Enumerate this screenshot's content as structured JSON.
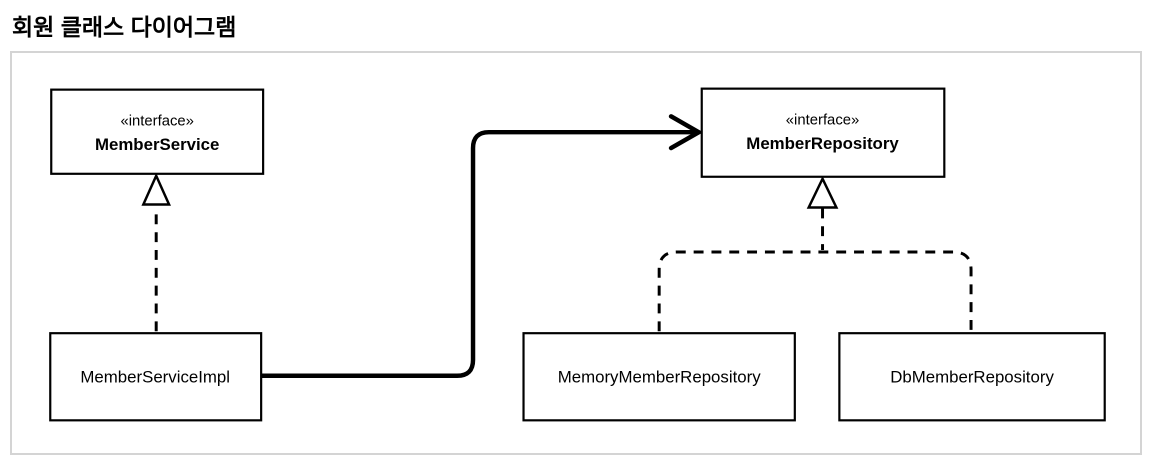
{
  "title": "회원 클래스 다이어그램",
  "diagram": {
    "nodes": {
      "member_service": {
        "stereotype": "«interface»",
        "name": "MemberService"
      },
      "member_repository": {
        "stereotype": "«interface»",
        "name": "MemberRepository"
      },
      "member_service_impl": {
        "name": "MemberServiceImpl"
      },
      "memory_member_repository": {
        "name": "MemoryMemberRepository"
      },
      "db_member_repository": {
        "name": "DbMemberRepository"
      }
    },
    "edges": [
      {
        "from": "MemberServiceImpl",
        "to": "MemberService",
        "type": "realization",
        "style": "dashed-hollow-triangle"
      },
      {
        "from": "MemberServiceImpl",
        "to": "MemberRepository",
        "type": "dependency",
        "style": "solid-open-arrow"
      },
      {
        "from": "MemoryMemberRepository",
        "to": "MemberRepository",
        "type": "realization",
        "style": "dashed-hollow-triangle"
      },
      {
        "from": "DbMemberRepository",
        "to": "MemberRepository",
        "type": "realization",
        "style": "dashed-hollow-triangle"
      }
    ],
    "colors": {
      "stroke": "#000000",
      "box_fill": "#ffffff",
      "panel_border": "#d4d4d4",
      "background": "#ffffff"
    }
  }
}
